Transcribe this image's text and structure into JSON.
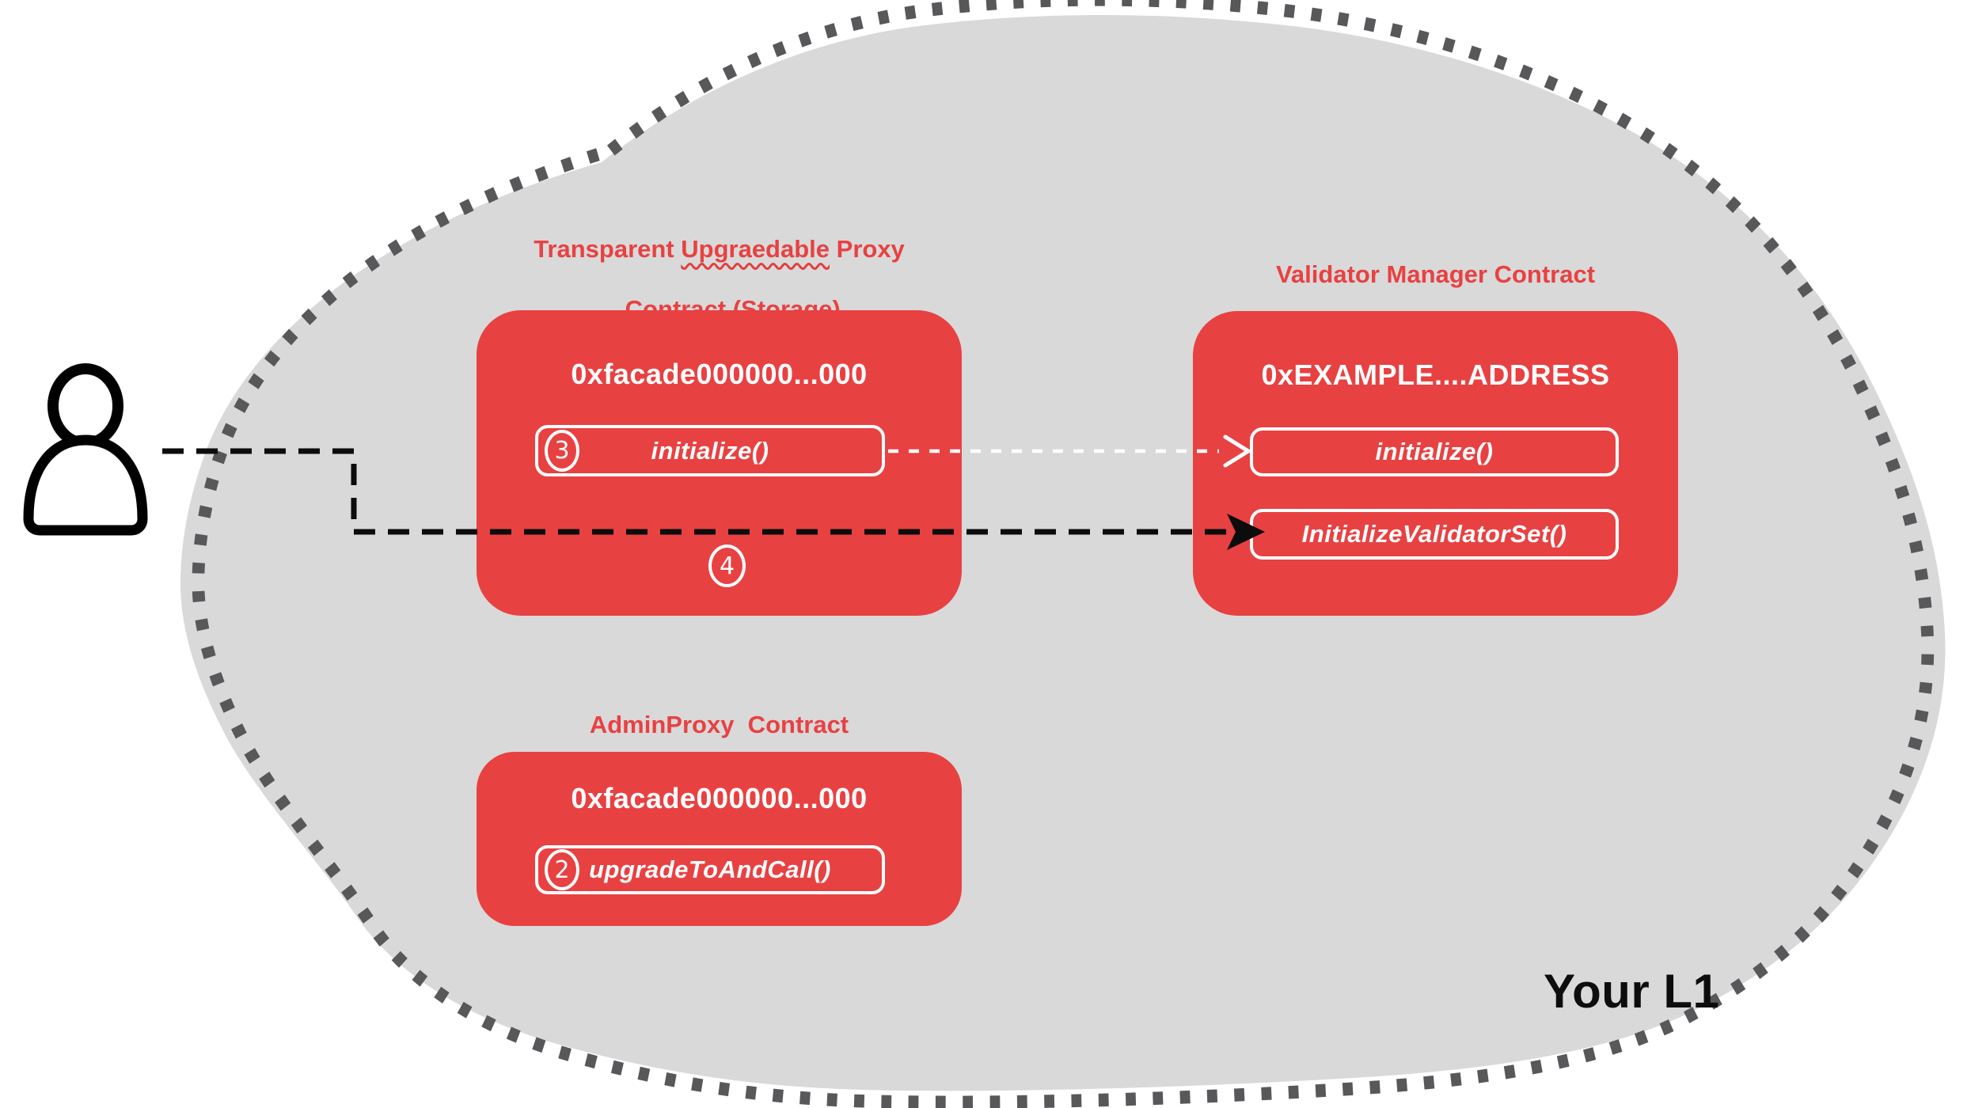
{
  "region": {
    "label": "Your L1"
  },
  "boxes": {
    "proxy": {
      "title_line1_pre": "Transparent ",
      "title_line1_misspelled": "Upgraedable",
      "title_line1_post": " Proxy",
      "title_line2": "Contract (Storage)",
      "address": "0xfacade000000...000",
      "button": {
        "step": "3",
        "label": "initialize()"
      },
      "step_below": "4"
    },
    "validator": {
      "title": "Validator Manager Contract",
      "address": "0xEXAMPLE....ADDRESS",
      "buttons": [
        {
          "label": "initialize()"
        },
        {
          "label": "InitializeValidatorSet()"
        }
      ]
    },
    "admin": {
      "title": "AdminProxy  Contract",
      "address": "0xfacade000000...000",
      "button": {
        "step": "2",
        "label": "upgradeToAndCall()"
      }
    }
  },
  "icons": {
    "actor": "user-icon",
    "black_arrow": "dashed-elbow-arrow",
    "white_arrow": "dashed-delegatecall-arrow"
  },
  "colors": {
    "accent_red": "#E84142",
    "blob_gray": "#D9D9D9",
    "dot_gray": "#58585B",
    "black": "#0d0d0d",
    "white": "#FFFFFF"
  }
}
